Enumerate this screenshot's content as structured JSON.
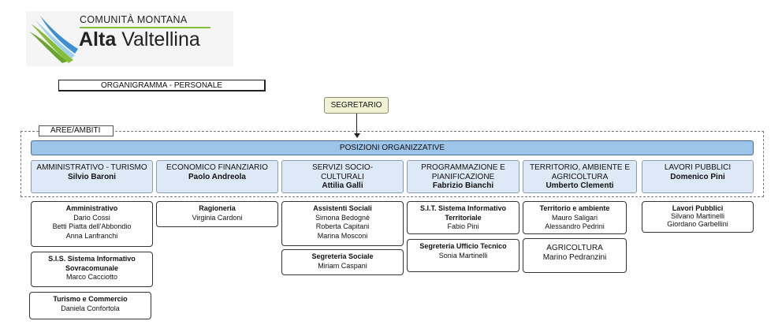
{
  "logo": {
    "subtitle": "COMUNITÀ MONTANA",
    "name_bold": "Alta",
    "name_rest": "Valtellina"
  },
  "title": "ORGANIGRAMMA - PERSONALE",
  "secretary": "SEGRETARIO",
  "areas_label": "AREE/AMBITI",
  "positions_label": "POSIZIONI ORGANIZZATIVE",
  "areas": [
    {
      "lines": [
        "AMMINISTRATIVO - TURISMO"
      ],
      "manager": "Silvio Baroni"
    },
    {
      "lines": [
        "ECONOMICO FINANZIARIO"
      ],
      "manager": "Paolo Andreola"
    },
    {
      "lines": [
        "SERVIZI SOCIO-",
        "CULTURALI"
      ],
      "manager": "Attilia Galli"
    },
    {
      "lines": [
        "PROGRAMMAZIONE E",
        "PIANIFICAZIONE"
      ],
      "manager": "Fabrizio Bianchi"
    },
    {
      "lines": [
        "TERRITORIO, AMBIENTE E",
        "AGRICOLTURA"
      ],
      "manager": "Umberto Clementi"
    },
    {
      "lines": [
        "LAVORI PUBBLICI"
      ],
      "manager": "Domenico Pini"
    }
  ],
  "offices": {
    "amministrativo": {
      "title": "Amministrativo",
      "people": [
        "Dario Cossi",
        "Betti Piatta dell'Abbondio",
        "Anna Lanfranchi"
      ]
    },
    "sis": {
      "title_lines": [
        "S.I.S. Sistema Informativo",
        "Sovracomunale"
      ],
      "people": [
        "Marco Cacciotto"
      ]
    },
    "turismo": {
      "title": "Turismo e Commercio",
      "people": [
        "Daniela Confortola"
      ]
    },
    "ragioneria": {
      "title": "Ragioneria",
      "people": [
        "Virginia Cardoni"
      ]
    },
    "assistenti": {
      "title": "Assistenti Sociali",
      "people": [
        "Simona Bedognè",
        "Roberta Capitani",
        "Marina Mosconi"
      ]
    },
    "segreteria_sociale": {
      "title": "Segreteria Sociale",
      "people": [
        "Miriam Caspani"
      ]
    },
    "sit": {
      "title_lines": [
        "S.I.T. Sistema Informativo",
        "Territoriale"
      ],
      "people": [
        "Fabio Pini"
      ]
    },
    "segreteria_tecnico": {
      "title": "Segreteria Ufficio Tecnico",
      "people": [
        "Sonia Martinelli"
      ]
    },
    "territorio": {
      "title": "Territorio e ambiente",
      "people": [
        "Mauro Saligari",
        "Alessandro Pedrini"
      ]
    },
    "agricoltura": {
      "title": "AGRICOLTURA",
      "people": [
        "Marino Pedranzini"
      ]
    },
    "lavori": {
      "title": "Lavori Pubblici",
      "people": [
        "Silvano Martinelli",
        "Giordano Garbellini"
      ]
    }
  },
  "colors": {
    "positions_fill": "#9dc4e9",
    "area_fill": "#dde9f6",
    "secretary_fill": "#f0f3d6",
    "logo_green": "#86bd3a",
    "logo_blue": "#3d8fd1"
  }
}
